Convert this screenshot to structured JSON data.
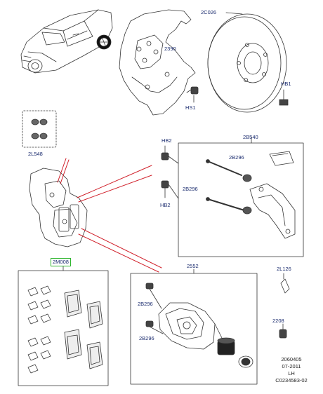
{
  "diagram": {
    "selected_part": "2M008",
    "callouts": {
      "backing_plate": "2390",
      "disc": "2C026",
      "hs1": "HS1",
      "hb1": "HB1",
      "hb2_top": "HB2",
      "hb2_bottom": "HB2",
      "bracket_kit": "2B540",
      "pin_top": "2B296",
      "pin_bottom": "2B296",
      "boot_kit": "2L548",
      "caliper": "2552",
      "bolt_top": "2B296",
      "bolt_bottom": "2B296",
      "pad_set": "2M008",
      "bleed_screw": "2L126",
      "bleed_cap": "2208"
    },
    "footer": {
      "code": "2060405",
      "date": "07-2011",
      "side": "LH",
      "ref": "C0234583-02"
    }
  },
  "colors": {
    "callout_link": "#1a2b6e",
    "leader": "#d0202a",
    "selection": "#2db52d",
    "line_art": "#333333"
  }
}
